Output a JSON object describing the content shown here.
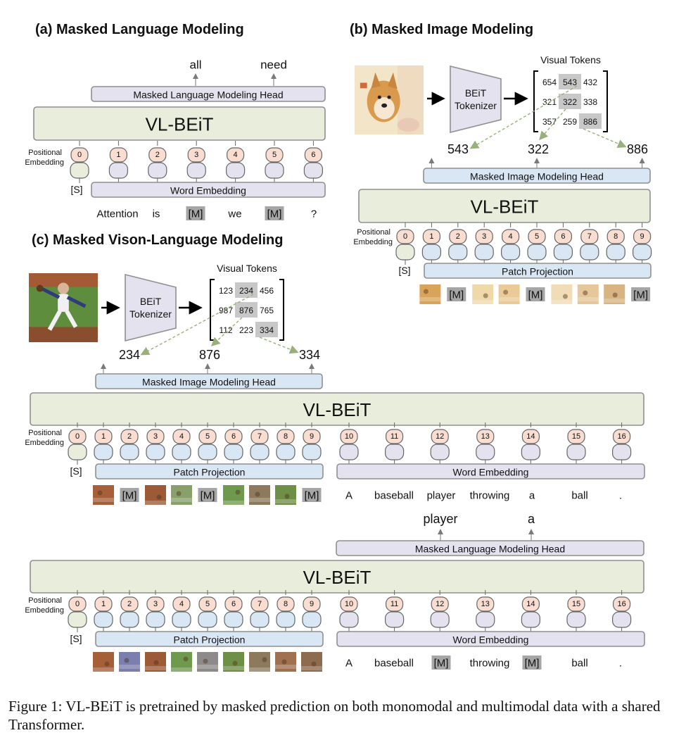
{
  "colors": {
    "transformer_fill": "#e8eedb",
    "transformer_stroke": "#8f8f8f",
    "head_fill": "#e4e2ee",
    "word_fill": "#e4e2ee",
    "image_head_fill": "#d9e6f4",
    "patch_fill": "#d9e6f4",
    "pos_fill": "#f8ddd0",
    "pos_stroke": "#666666",
    "cls_embed_fill": "#e8eedb",
    "word_embed_fill": "#e4e2ee",
    "patch_embed_fill": "#d9e6f4",
    "mask_fill": "#a6a6a6",
    "token_highlight": "#c8c8c8",
    "dashed_arrow": "#99b07a",
    "tokenizer_fill": "#e4e2ee"
  },
  "panel_a": {
    "title": "(a) Masked Language Modeling",
    "outputs": [
      "all",
      "need"
    ],
    "head_label": "Masked Language Modeling Head",
    "transformer_label": "VL-BEiT",
    "positional_label": [
      "Positional",
      "Embedding"
    ],
    "positions": [
      "0",
      "1",
      "2",
      "3",
      "4",
      "5",
      "6"
    ],
    "cls_label": "[S]",
    "embedding_label": "Word Embedding",
    "tokens": [
      "Attention",
      "is",
      "[M]",
      "we",
      "[M]",
      "?"
    ],
    "masked_flags": [
      false,
      false,
      true,
      false,
      true,
      false
    ]
  },
  "panel_b": {
    "title": "(b) Masked Image Modeling",
    "image_icon": "shiba-dog-photo",
    "tokenizer_label": [
      "BEiT",
      "Tokenizer"
    ],
    "visual_tokens_label": "Visual Tokens",
    "visual_tokens": [
      [
        "654",
        "543",
        "432"
      ],
      [
        "321",
        "322",
        "338"
      ],
      [
        "357",
        "259",
        "886"
      ]
    ],
    "highlighted": [
      [
        0,
        1
      ],
      [
        1,
        1
      ],
      [
        2,
        2
      ]
    ],
    "outputs": [
      "543",
      "322",
      "886"
    ],
    "head_label": "Masked Image Modeling Head",
    "transformer_label": "VL-BEiT",
    "positional_label": [
      "Positional",
      "Embedding"
    ],
    "positions": [
      "0",
      "1",
      "2",
      "3",
      "4",
      "5",
      "6",
      "7",
      "8",
      "9"
    ],
    "cls_label": "[S]",
    "embedding_label": "Patch Projection",
    "mask_label": "[M]",
    "patch_masked": [
      false,
      true,
      false,
      false,
      true,
      false,
      false,
      false,
      true
    ],
    "patch_colors": [
      "#d9a45a",
      "#e8c98c",
      "#f0d9a8",
      "#eacb98",
      "#e6c28a",
      "#f1ddb5",
      "#e5c79a",
      "#d8b480",
      "#e9cfa0"
    ]
  },
  "panel_c": {
    "title": "(c) Masked Vison-Language Modeling",
    "image_icon": "baseball-pitcher-photo",
    "tokenizer_label": [
      "BEiT",
      "Tokenizer"
    ],
    "visual_tokens_label": "Visual Tokens",
    "visual_tokens": [
      [
        "123",
        "234",
        "456"
      ],
      [
        "987",
        "876",
        "765"
      ],
      [
        "112",
        "223",
        "334"
      ]
    ],
    "highlighted": [
      [
        0,
        1
      ],
      [
        1,
        1
      ],
      [
        2,
        2
      ]
    ],
    "outputs": [
      "234",
      "876",
      "334"
    ],
    "head_label": "Masked Image Modeling Head",
    "transformer_label": "VL-BEiT",
    "positional_label": [
      "Positional",
      "Embedding"
    ],
    "positions": [
      "0",
      "1",
      "2",
      "3",
      "4",
      "5",
      "6",
      "7",
      "8",
      "9",
      "10",
      "11",
      "12",
      "13",
      "14",
      "15",
      "16"
    ],
    "cls_label": "[S]",
    "patch_label": "Patch Projection",
    "word_label": "Word Embedding",
    "mask_label": "[M]",
    "patch_masked": [
      false,
      true,
      false,
      false,
      true,
      false,
      false,
      false,
      true
    ],
    "patch_colors": [
      "#a5603a",
      "#b46a3e",
      "#9c5a36",
      "#8aa06a",
      "#a7814f",
      "#6f9a4d",
      "#8d7a5c",
      "#6d8f46",
      "#8e5f3f"
    ],
    "words": [
      "A",
      "baseball",
      "player",
      "throwing",
      "a",
      "ball",
      "."
    ],
    "masked_words": [
      false,
      false,
      false,
      false,
      false,
      false,
      false
    ]
  },
  "panel_d": {
    "outputs": [
      "player",
      "a"
    ],
    "head_label": "Masked Language Modeling Head",
    "transformer_label": "VL-BEiT",
    "positional_label": [
      "Positional",
      "Embedding"
    ],
    "positions": [
      "0",
      "1",
      "2",
      "3",
      "4",
      "5",
      "6",
      "7",
      "8",
      "9",
      "10",
      "11",
      "12",
      "13",
      "14",
      "15",
      "16"
    ],
    "cls_label": "[S]",
    "patch_label": "Patch Projection",
    "word_label": "Word Embedding",
    "mask_label": "[M]",
    "patch_colors": [
      "#a5603a",
      "#7b7fae",
      "#9c5a36",
      "#6f9a4d",
      "#8f8a8a",
      "#6d8f46",
      "#8d7a5c",
      "#a07050",
      "#8e6a4f"
    ],
    "words": [
      "A",
      "baseball",
      "[M]",
      "throwing",
      "[M]",
      "ball",
      "."
    ],
    "masked_words": [
      false,
      false,
      true,
      false,
      true,
      false,
      false
    ]
  },
  "caption": "Figure 1:  VL-BEiT is pretrained by masked prediction on both monomodal and multimodal data with a shared Transformer."
}
